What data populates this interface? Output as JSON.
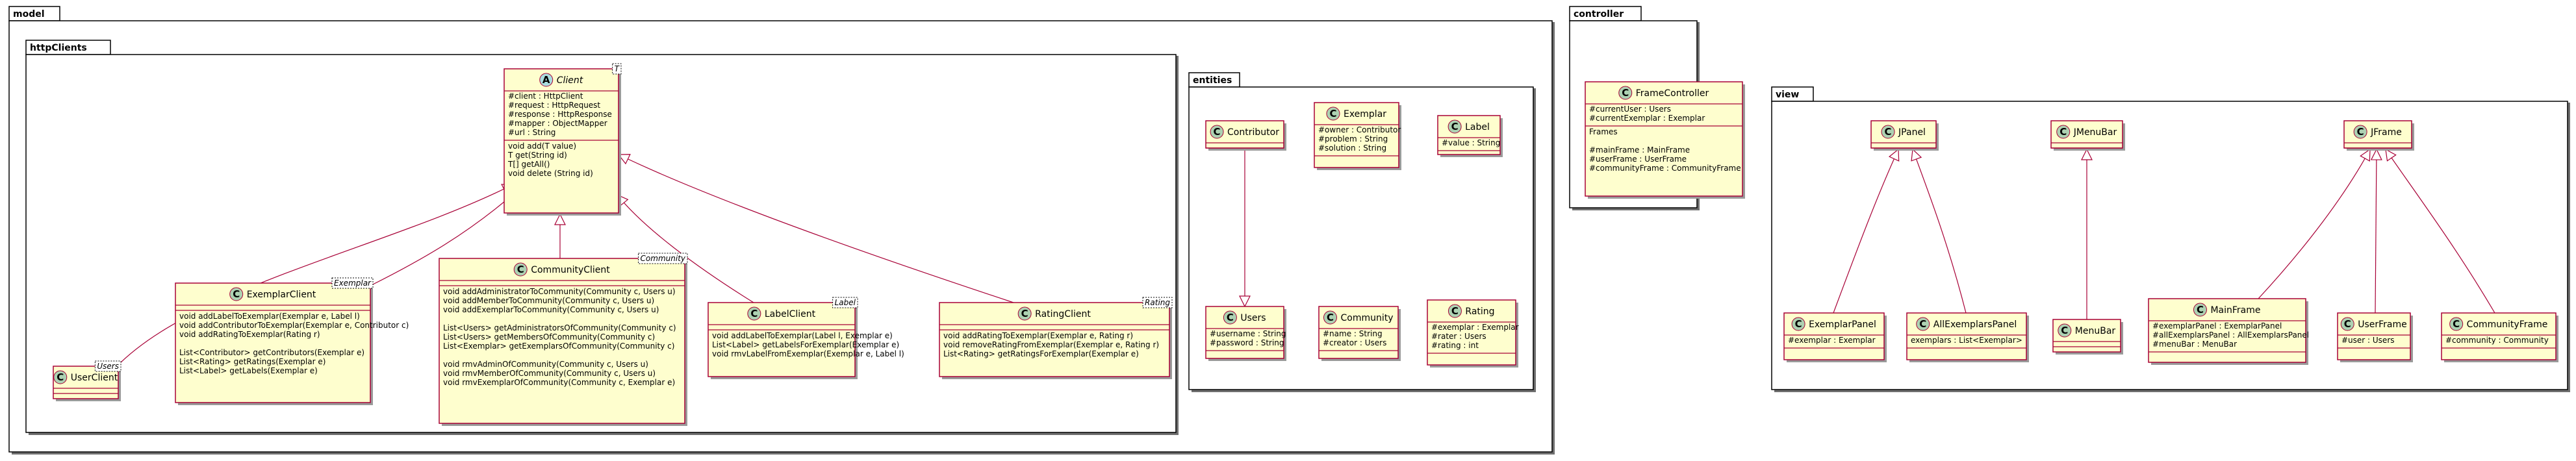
{
  "packages": [
    {
      "id": "model",
      "label": "model"
    },
    {
      "id": "httpClients",
      "label": "httpClients"
    },
    {
      "id": "entities",
      "label": "entities"
    },
    {
      "id": "controller",
      "label": "controller"
    },
    {
      "id": "view",
      "label": "view"
    }
  ],
  "classes": [
    {
      "id": "Client",
      "name": "Client",
      "abstract": true,
      "template": "T",
      "fields": [
        "#client : HttpClient",
        "#request : HttpRequest",
        "#response : HttpResponse",
        "#mapper : ObjectMapper",
        "#url : String"
      ],
      "methods": [
        "void add(T value)",
        "T get(String id)",
        "T[] getAll()",
        "void delete (String id)"
      ]
    },
    {
      "id": "UserClient",
      "name": "UserClient",
      "template": "Users",
      "fields": [],
      "methods": []
    },
    {
      "id": "ExemplarClient",
      "name": "ExemplarClient",
      "template": "Exemplar",
      "fields": [],
      "methods": [
        "void addLabelToExemplar(Exemplar e, Label l)",
        "void addContributorToExemplar(Exemplar e, Contributor c)",
        "void addRatingToExemplar(Rating r)",
        "",
        "List<Contributor> getContributors(Exemplar e)",
        "List<Rating> getRatings(Exemplar e)",
        "List<Label> getLabels(Exemplar e)"
      ]
    },
    {
      "id": "CommunityClient",
      "name": "CommunityClient",
      "template": "Community",
      "fields": [],
      "methods": [
        "void addAdministratorToCommunity(Community c, Users u)",
        "void addMemberToCommunity(Community c, Users u)",
        "void addExemplarToCommunity(Community c, Users u)",
        "",
        "List<Users> getAdministratorsOfCommunity(Community c)",
        "List<Users> getMembersOfCommunity(Community c)",
        "List<Exemplar> getExemplarsOfCommunity(Community c)",
        "",
        "void rmvAdminOfCommunity(Community c, Users u)",
        "void rmvMemberOfCommunity(Community c, Users u)",
        "void rmvExemplarOfCommunity(Community c, Exemplar e)"
      ]
    },
    {
      "id": "LabelClient",
      "name": "LabelClient",
      "template": "Label",
      "fields": [],
      "methods": [
        "void addLabelToExemplar(Label l, Exemplar e)",
        "List<Label> getLabelsForExemplar(Exemplar e)",
        "void rmvLabelFromExemplar(Exemplar e, Label l)"
      ]
    },
    {
      "id": "RatingClient",
      "name": "RatingClient",
      "template": "Rating",
      "fields": [],
      "methods": [
        "void addRatingToExemplar(Exemplar e, Rating r)",
        "void removeRatingFromExemplar(Exemplar e, Rating r)",
        "List<Rating> getRatingsForExemplar(Exemplar e)"
      ]
    },
    {
      "id": "Contributor",
      "name": "Contributor",
      "fields": [],
      "methods": []
    },
    {
      "id": "Exemplar",
      "name": "Exemplar",
      "fields": [
        "#owner : Contributor",
        "#problem : String",
        "#solution : String"
      ],
      "methods": []
    },
    {
      "id": "Label",
      "name": "Label",
      "fields": [
        "#value : String"
      ],
      "methods": []
    },
    {
      "id": "Users",
      "name": "Users",
      "fields": [
        "#username : String",
        "#password : String"
      ],
      "methods": []
    },
    {
      "id": "Community",
      "name": "Community",
      "fields": [
        "#name : String",
        "#creator : Users"
      ],
      "methods": []
    },
    {
      "id": "Rating",
      "name": "Rating",
      "fields": [
        "#exemplar : Exemplar",
        "#rater : Users",
        "#rating : int"
      ],
      "methods": []
    },
    {
      "id": "FrameController",
      "name": "FrameController",
      "fields": [
        "#currentUser : Users",
        "#currentExemplar : Exemplar"
      ],
      "methods": [
        "Frames",
        "",
        "#mainFrame : MainFrame",
        "#userFrame : UserFrame",
        "#communityFrame : CommunityFrame"
      ]
    },
    {
      "id": "JPanel",
      "name": "JPanel",
      "fields": [],
      "methods": []
    },
    {
      "id": "JMenuBar",
      "name": "JMenuBar",
      "fields": [],
      "methods": []
    },
    {
      "id": "JFrame",
      "name": "JFrame",
      "fields": [],
      "methods": []
    },
    {
      "id": "ExemplarPanel",
      "name": "ExemplarPanel",
      "fields": [
        "#exemplar : Exemplar"
      ],
      "methods": []
    },
    {
      "id": "AllExemplarsPanel",
      "name": "AllExemplarsPanel",
      "fields": [
        "exemplars : List<Exemplar>"
      ],
      "methods": []
    },
    {
      "id": "MenuBar",
      "name": "MenuBar",
      "fields": [],
      "methods": []
    },
    {
      "id": "MainFrame",
      "name": "MainFrame",
      "fields": [
        "#exemplarPanel : ExemplarPanel",
        "#allExemplarsPanel : AllExemplarsPanel",
        "#menuBar : MenuBar"
      ],
      "methods": []
    },
    {
      "id": "UserFrame",
      "name": "UserFrame",
      "fields": [
        "#user : Users"
      ],
      "methods": []
    },
    {
      "id": "CommunityFrame",
      "name": "CommunityFrame",
      "fields": [
        "#community : Community"
      ],
      "methods": []
    }
  ],
  "relations": [
    {
      "from": "UserClient",
      "to": "Client",
      "type": "extends"
    },
    {
      "from": "ExemplarClient",
      "to": "Client",
      "type": "extends"
    },
    {
      "from": "CommunityClient",
      "to": "Client",
      "type": "extends"
    },
    {
      "from": "LabelClient",
      "to": "Client",
      "type": "extends"
    },
    {
      "from": "RatingClient",
      "to": "Client",
      "type": "extends"
    },
    {
      "from": "Contributor",
      "to": "Users",
      "type": "extends"
    },
    {
      "from": "ExemplarPanel",
      "to": "JPanel",
      "type": "extends"
    },
    {
      "from": "AllExemplarsPanel",
      "to": "JPanel",
      "type": "extends"
    },
    {
      "from": "MenuBar",
      "to": "JMenuBar",
      "type": "extends"
    },
    {
      "from": "MainFrame",
      "to": "JFrame",
      "type": "extends"
    },
    {
      "from": "UserFrame",
      "to": "JFrame",
      "type": "extends"
    },
    {
      "from": "CommunityFrame",
      "to": "JFrame",
      "type": "extends"
    }
  ],
  "colors": {
    "class_fill": "#FEFECE",
    "class_border": "#A80036",
    "class_badge": "#ADD1B2",
    "abstract_badge": "#A9DCDF",
    "edge": "#A80036"
  }
}
